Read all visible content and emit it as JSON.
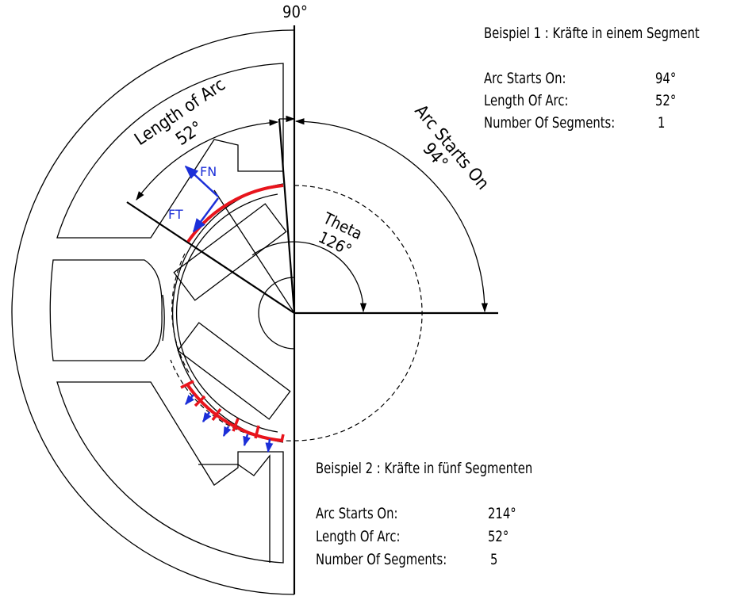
{
  "labels": {
    "angle_90": "90°",
    "length_of_arc": "Length of Arc",
    "length_of_arc_value": "52°",
    "arc_starts_on": "Arc Starts On",
    "arc_starts_on_value": "94°",
    "theta": "Theta",
    "theta_value": "126°",
    "fn": "FN",
    "ft": "FT"
  },
  "example1": {
    "title": "Beispiel 1 : Kräfte in einem Segment",
    "rows": [
      {
        "label": "Arc Starts On:",
        "value": "94°"
      },
      {
        "label": "Length Of Arc:",
        "value": "52°"
      },
      {
        "label": "Number Of Segments:",
        "value": "1"
      }
    ]
  },
  "example2": {
    "title": "Beispiel 2 : Kräfte in fünf Segmenten",
    "rows": [
      {
        "label": "Arc Starts On:",
        "value": "214°"
      },
      {
        "label": "Length Of Arc:",
        "value": "52°"
      },
      {
        "label": "Number Of Segments:",
        "value": "5"
      }
    ]
  },
  "colors": {
    "force_arc": "#e8141c",
    "force_vector": "#1c2fd8",
    "lines": "#000000"
  }
}
